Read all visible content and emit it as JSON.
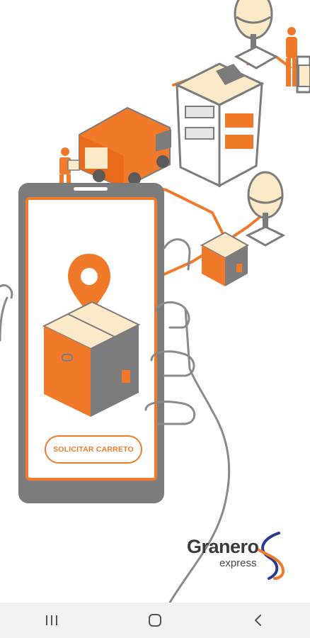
{
  "main": {
    "cta_label": "SOLICITAR CARRETO"
  },
  "brand": {
    "name": "Granero",
    "sub": "express"
  },
  "colors": {
    "accent": "#f07a2a",
    "gray": "#7c7c7c",
    "cream": "#fbe9c8"
  },
  "nav": {
    "icons": [
      "recent-apps-icon",
      "home-icon",
      "back-icon"
    ]
  }
}
